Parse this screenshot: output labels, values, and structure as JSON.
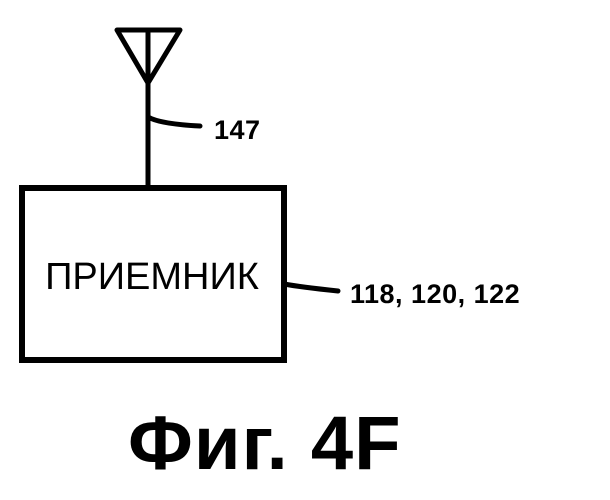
{
  "diagram": {
    "block_label": "ПРИЕМНИК",
    "antenna_ref": "147",
    "block_ref": "118, 120, 122",
    "caption": "Фиг. 4F"
  },
  "colors": {
    "ink": "#000000",
    "background": "#ffffff"
  },
  "icons": {
    "antenna": "antenna-icon"
  }
}
